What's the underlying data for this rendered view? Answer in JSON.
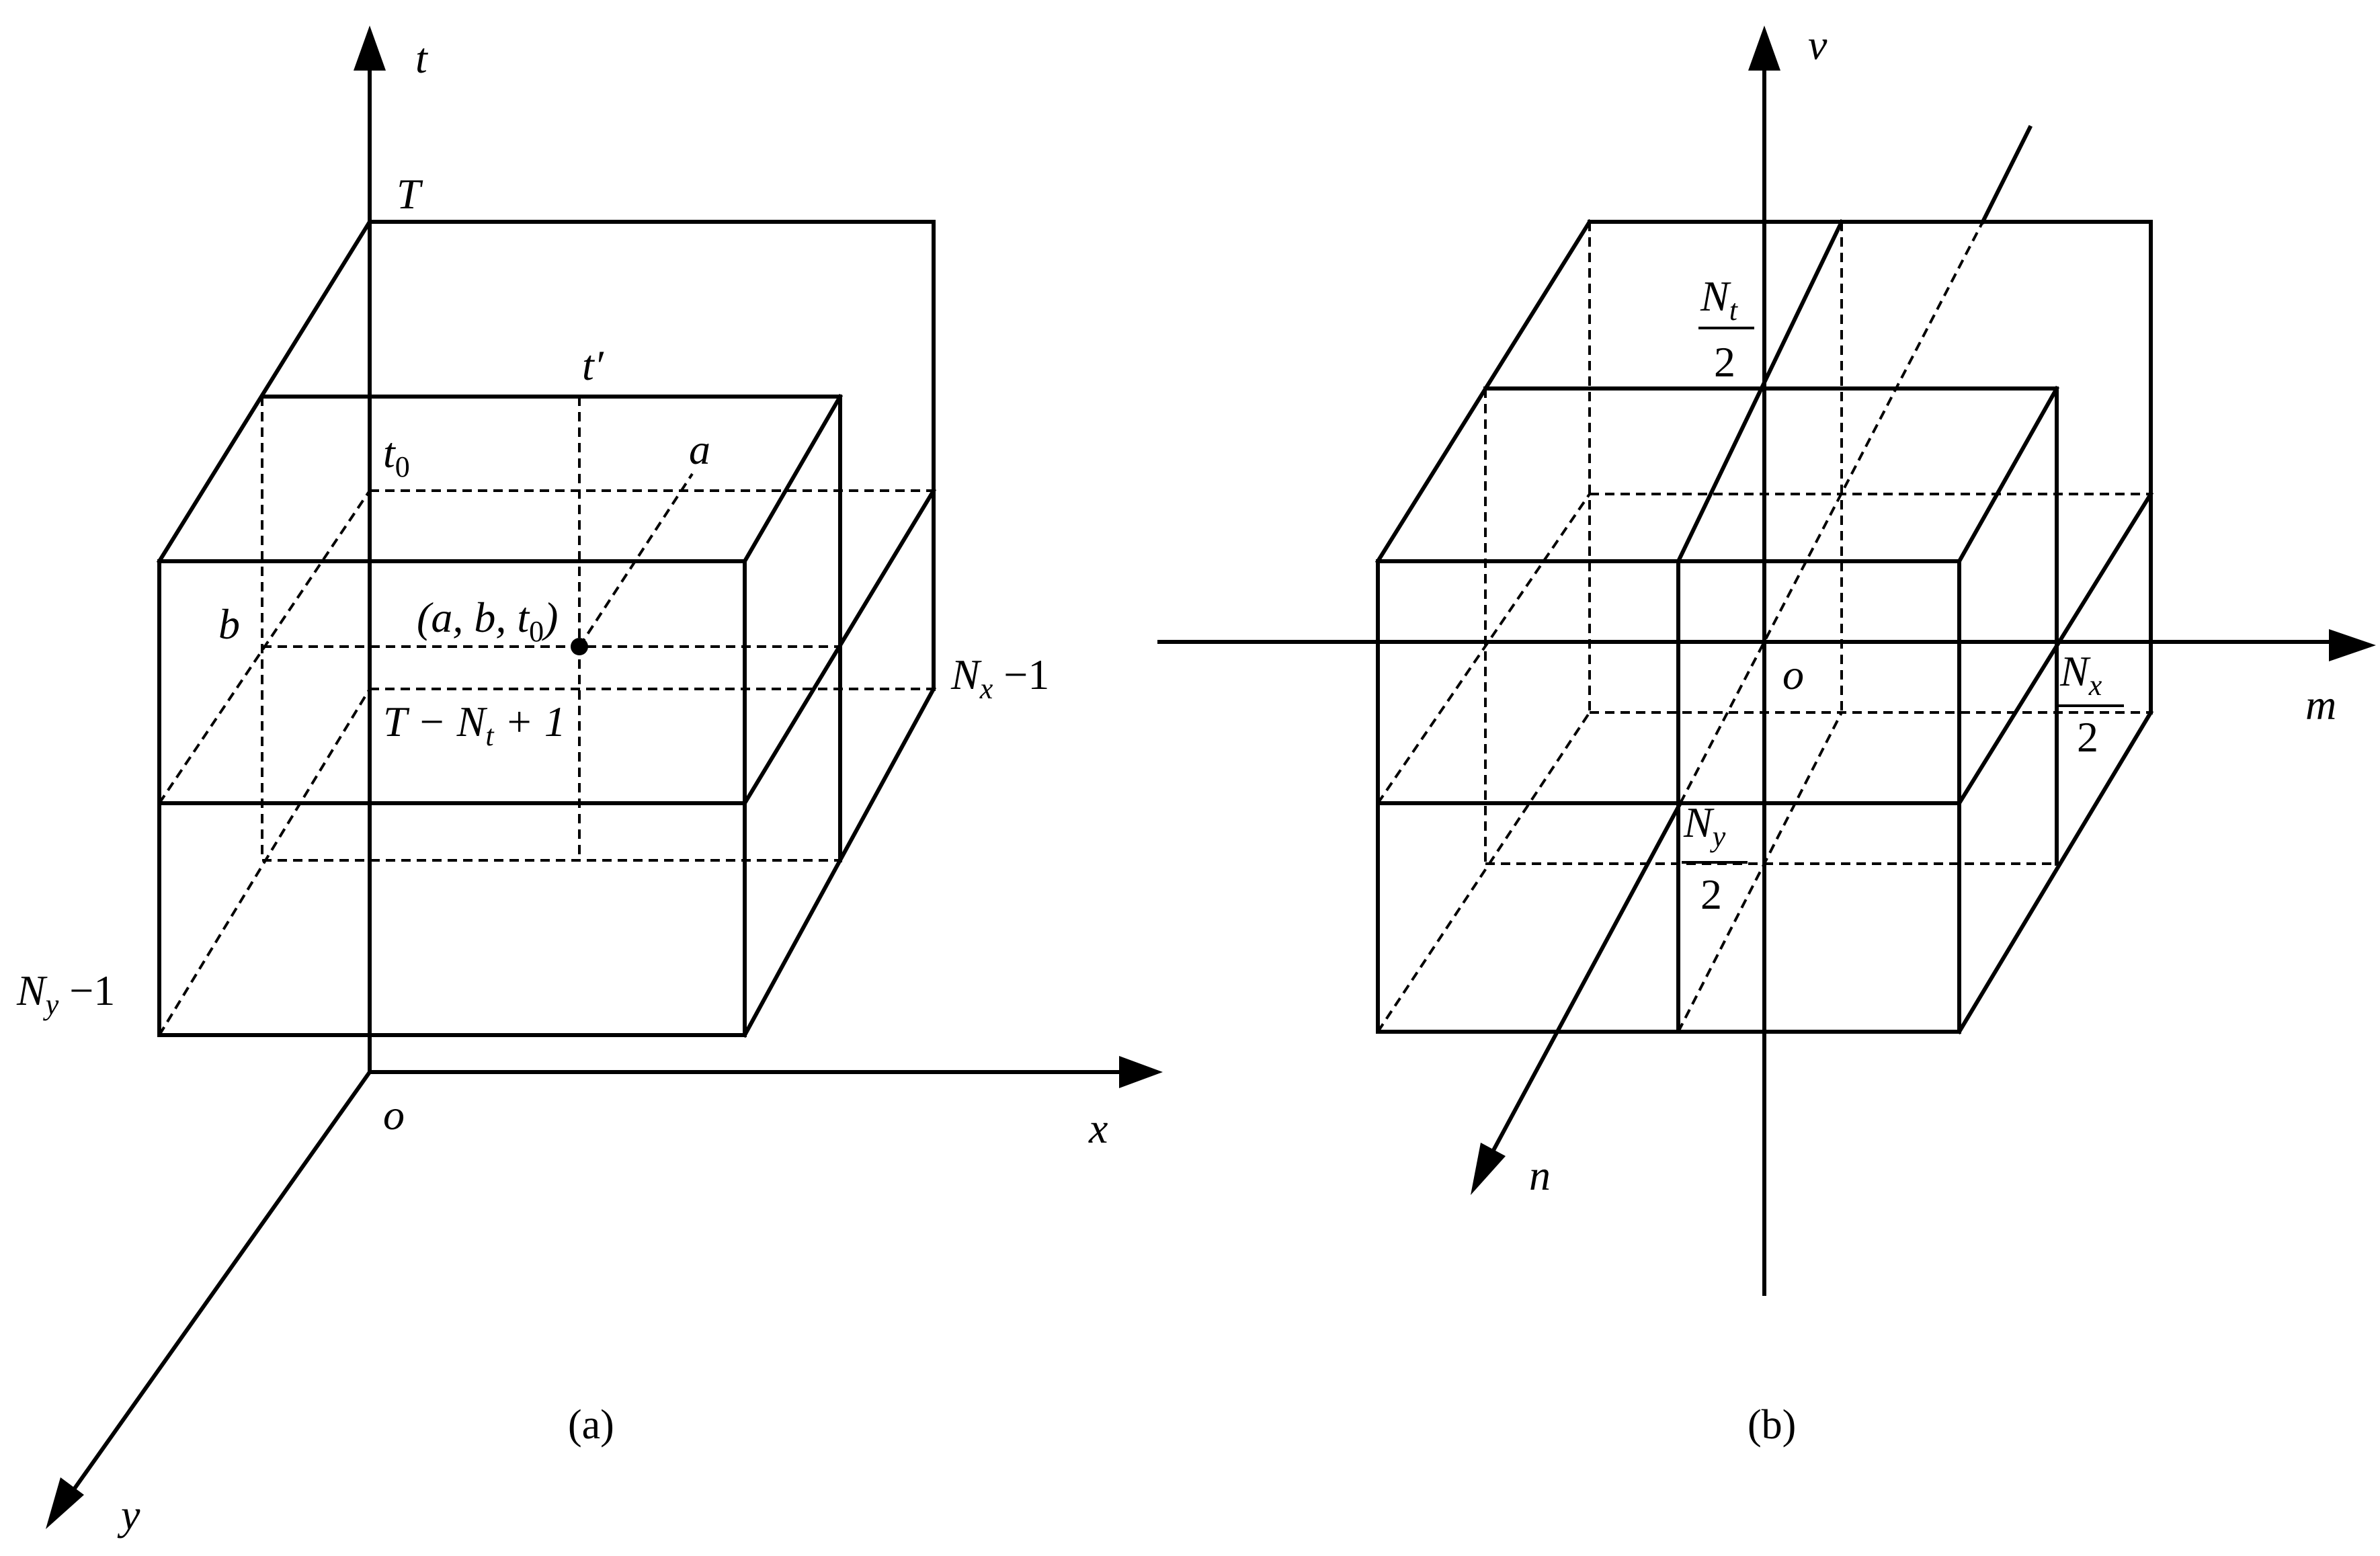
{
  "panel_a": {
    "caption": "(a)",
    "axes": {
      "t": "t",
      "x": "x",
      "y": "y",
      "origin": "o"
    },
    "labels": {
      "T": "T",
      "t_prime": "t′",
      "t0_base": "t",
      "t0_sub": "0",
      "a": "a",
      "b": "b",
      "point_pre": "(a, b, t",
      "point_sub": "0",
      "point_post": ")",
      "lower_T": "T − N",
      "lower_sub": "t",
      "lower_post": " + 1",
      "nx_base": "N",
      "nx_sub": "x",
      "nx_post": " −1",
      "ny_base": "N",
      "ny_sub": "y",
      "ny_post": " −1"
    }
  },
  "panel_b": {
    "caption": "(b)",
    "axes": {
      "v": "v",
      "m": "m",
      "n": "n",
      "origin": "o"
    },
    "labels": {
      "nt_num_base": "N",
      "nt_num_sub": "t",
      "nt_den": "2",
      "nx_num_base": "N",
      "nx_num_sub": "x",
      "nx_den": "2",
      "ny_num_base": "N",
      "ny_num_sub": "y",
      "ny_den": "2"
    }
  }
}
